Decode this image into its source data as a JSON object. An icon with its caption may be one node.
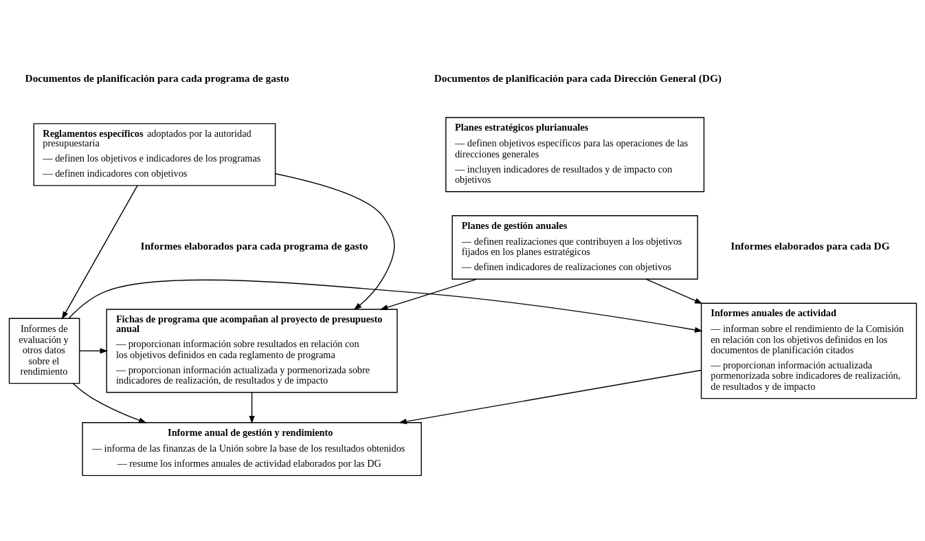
{
  "diagram": {
    "nodes": [
      {
        "text": [
          "Planes estratégicos plurianuales",
          "— definen objetivos específicos para las operaciones de las direcciones generales",
          "— incluyen indicadores de resultados y de impacto con objetivos"
        ]
      },
      {
        "text": [
          "**Reglamentos específicos** adoptados por la autoridad presupuestaria",
          "— definen los objetivos e indicadores de los programas",
          "— definen indicadores con objetivos"
        ]
      },
      {
        "text": [
          "Planes de gestión anuales",
          "— definen realizaciones que contribuyen a los objetivos fijados en los planes estratégicos",
          "— definen indicadores de realizaciones con objetivos"
        ]
      },
      {
        "text": [
          "Informes anuales de actividad",
          "— informan sobre el rendimiento de la Comisión en relación con los objetivos definidos en los documentos de planificación citados",
          "— proporcionan información actualizada pormenorizada sobre indicadores de realización, de resultados y de impacto"
        ]
      },
      {
        "text": [
          "Fichas de programa que acompañan al proyecto de presupuesto anual",
          "— proporcionan información sobre resultados en relación con los objetivos definidos en cada reglamento de programa",
          "— proporcionan información actualizada y pormenorizada sobre indicadores de realización, de resultados y de impacto"
        ]
      },
      {
        "text": [
          "Informes de evaluación y otros datos sobre el rendimiento"
        ]
      },
      {
        "text": [
          "Informe anual de gestión y rendimiento",
          "— informa de las finanzas de la Unión sobre la base de los resultados obtenidos",
          "— resume los informes anuales de actividad elaborados por las DG"
        ]
      }
    ],
    "edges": [
      {
        "from": 2,
        "to": 3,
        "arrow": "to"
      },
      {
        "from": 2,
        "to": 4,
        "arrow": "to"
      },
      {
        "from": 1,
        "to": 4,
        "arrow": "to"
      },
      {
        "from": 1,
        "to": 5,
        "arrow": "to"
      },
      {
        "from": 5,
        "to": 3,
        "arrow": "to"
      },
      {
        "from": 5,
        "to": 4,
        "arrow": "to"
      },
      {
        "from": 3,
        "to": 6,
        "arrow": "to"
      },
      {
        "from": 4,
        "to": 6,
        "arrow": "to"
      },
      {
        "from": 5,
        "to": 6,
        "arrow": "to"
      }
    ],
    "labels": [
      "Documentos de planificación para cada Dirección General (DG)",
      "Documentos de planificación para cada programa de gasto",
      "Informes elaborados para cada DG",
      "Informes elaborados para cada programa de gasto"
    ]
  }
}
